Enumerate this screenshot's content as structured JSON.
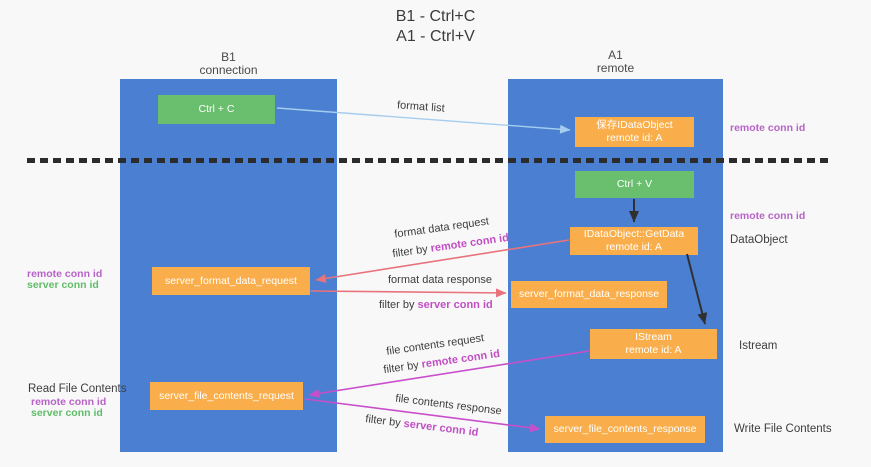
{
  "title": {
    "line1": "B1 - Ctrl+C",
    "line2": "A1 - Ctrl+V"
  },
  "lanes": {
    "left": {
      "name": "B1",
      "role": "connection"
    },
    "right": {
      "name": "A1",
      "role": "remote"
    }
  },
  "nodes": {
    "ctrl_c": {
      "label": "Ctrl + C"
    },
    "ctrl_v": {
      "label": "Ctrl + V"
    },
    "save_idataobject": {
      "line1": "保存IDataObject",
      "line2": "remote id: A"
    },
    "idataobject_getdata": {
      "line1": "IDataObject::GetData",
      "line2": "remote id: A"
    },
    "istream": {
      "line1": "IStream",
      "line2": "remote id: A"
    },
    "server_format_data_request": {
      "label": "server_format_data_request"
    },
    "server_format_data_response": {
      "label": "server_format_data_response"
    },
    "server_file_contents_request": {
      "label": "server_file_contents_request"
    },
    "server_file_contents_response": {
      "label": "server_file_contents_response"
    }
  },
  "edge_labels": {
    "format_list": "format list",
    "format_data_request": "format data request",
    "format_data_response": "format data response",
    "file_contents_request": "file contents request",
    "file_contents_response": "file contents response",
    "filter_by": "filter by",
    "remote_conn_id": "remote conn id",
    "server_conn_id": "server conn id"
  },
  "side_labels": {
    "remote_conn_id": "remote conn id",
    "server_conn_id": "server conn id",
    "dataobject": "DataObject",
    "istream": "Istream",
    "read_file_contents": "Read File Contents",
    "write_file_contents": "Write File Contents"
  },
  "colors": {
    "lane_blue": "#4a7fd2",
    "node_green": "#6abf6e",
    "node_orange": "#f9ae4b",
    "arrow_light_blue": "#a5cdee",
    "arrow_salmon": "#e8737c",
    "arrow_magenta": "#c84fcb",
    "arrow_black": "#303030",
    "text_side_purple": "#b763c8",
    "text_side_green": "#5fbd68",
    "text_filter_purple": "#c24ec4"
  }
}
